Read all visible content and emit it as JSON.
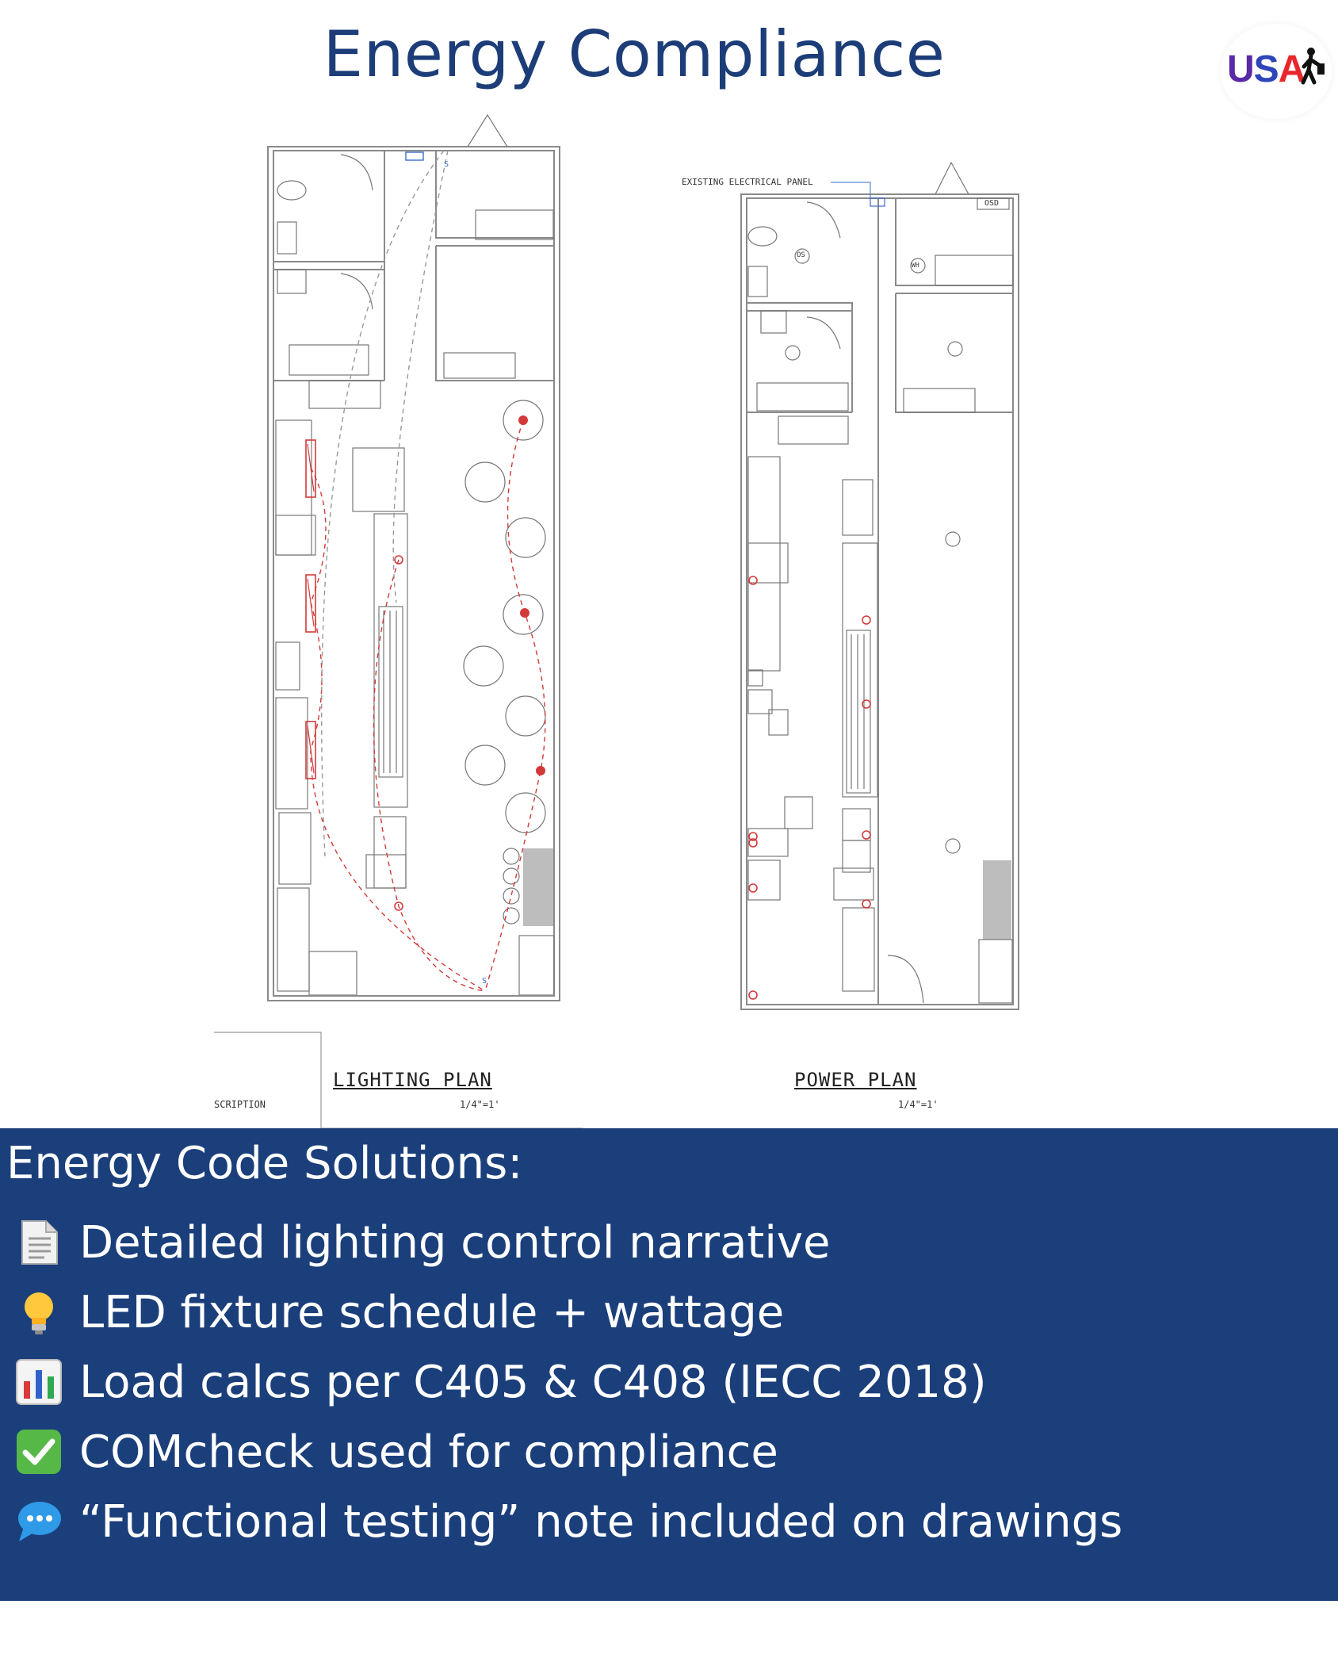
{
  "header": {
    "title": "Energy Compliance"
  },
  "logo": {
    "text_u": "U",
    "text_s": "S",
    "text_a": "A"
  },
  "lighting_plan": {
    "title": "LIGHTING PLAN",
    "scale": "1/4\"=1'",
    "description_label": "SCRIPTION"
  },
  "power_plan": {
    "title": "POWER PLAN",
    "scale": "1/4\"=1'",
    "panel_label": "EXISTING ELECTRICAL PANEL",
    "osd_label": "OSD",
    "wh_label": "WH",
    "os_label": "OS"
  },
  "solutions": {
    "heading": "Energy Code Solutions:",
    "items": [
      {
        "icon": "document-icon",
        "text": "Detailed lighting control narrative"
      },
      {
        "icon": "lightbulb-icon",
        "text": "LED fixture schedule + wattage"
      },
      {
        "icon": "bar-chart-icon",
        "text": "Load calcs per C405 & C408 (IECC 2018)"
      },
      {
        "icon": "check-mark-icon",
        "text": "COMcheck used for compliance"
      },
      {
        "icon": "speech-bubble-icon",
        "text": "“Functional testing” note included on drawings"
      }
    ]
  },
  "colors": {
    "title": "#1c3d78",
    "band": "#1b3f7b",
    "band_text": "#ffffff",
    "circuit": "#d23a3a"
  }
}
